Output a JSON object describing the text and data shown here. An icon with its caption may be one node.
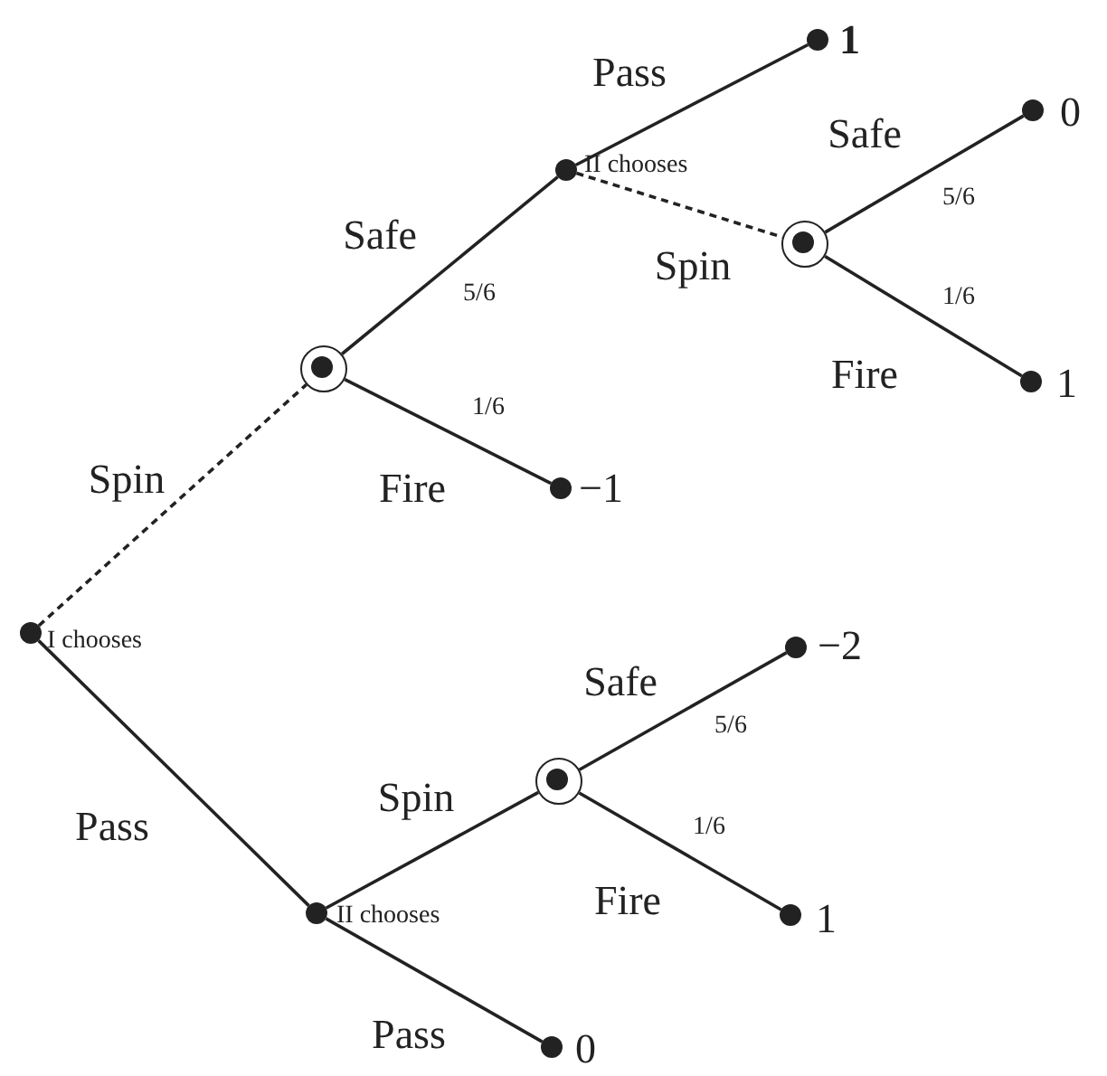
{
  "diagram": {
    "nodes": [
      {
        "text": [],
        "shape": "circle",
        "beside": [
          "I chooses"
        ]
      },
      {
        "text": [],
        "shape": "circle"
      },
      {
        "text": [],
        "shape": "circle",
        "beside": [
          "II chooses"
        ]
      },
      {
        "text": [],
        "shape": "circle",
        "beside": [
          "1"
        ]
      },
      {
        "text": [],
        "shape": "circle"
      },
      {
        "text": [],
        "shape": "circle",
        "beside": [
          "0"
        ]
      },
      {
        "text": [],
        "shape": "circle",
        "beside": [
          "1"
        ]
      },
      {
        "text": [],
        "shape": "circle",
        "beside": [
          "−1"
        ]
      },
      {
        "text": [],
        "shape": "circle",
        "beside": [
          "II chooses"
        ]
      },
      {
        "text": [],
        "shape": "circle"
      },
      {
        "text": [],
        "shape": "circle",
        "beside": [
          "−2"
        ]
      },
      {
        "text": [],
        "shape": "circle",
        "beside": [
          "1"
        ]
      },
      {
        "text": [],
        "shape": "circle",
        "beside": [
          "0"
        ]
      }
    ],
    "edges": [
      {
        "from": 0,
        "to": 1,
        "arrow": "none",
        "label": "Spin",
        "style": "dashed"
      },
      {
        "from": 1,
        "to": 2,
        "arrow": "none",
        "label": "Safe"
      },
      {
        "from": 2,
        "to": 3,
        "arrow": "none",
        "label": "Pass"
      },
      {
        "from": 2,
        "to": 4,
        "arrow": "none",
        "label": "Spin",
        "style": "dashed"
      },
      {
        "from": 4,
        "to": 5,
        "arrow": "none",
        "label": "Safe"
      },
      {
        "from": 4,
        "to": 6,
        "arrow": "none",
        "label": "Fire"
      },
      {
        "from": 1,
        "to": 7,
        "arrow": "none",
        "label": "Fire"
      },
      {
        "from": 0,
        "to": 8,
        "arrow": "none",
        "label": "Pass"
      },
      {
        "from": 8,
        "to": 9,
        "arrow": "none",
        "label": "Spin"
      },
      {
        "from": 9,
        "to": 10,
        "arrow": "none",
        "label": "Safe"
      },
      {
        "from": 9,
        "to": 11,
        "arrow": "none",
        "label": "Fire"
      },
      {
        "from": 8,
        "to": 12,
        "arrow": "none",
        "label": "Pass"
      }
    ],
    "labels": [
      "5/6",
      "5/6",
      "1/6",
      "1/6",
      "5/6",
      "1/6"
    ]
  }
}
